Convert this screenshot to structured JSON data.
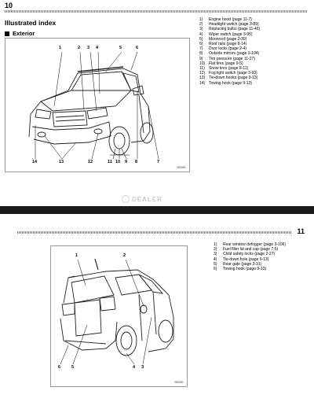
{
  "top_page": {
    "page_number": "10",
    "section_title": "Illustrated index",
    "subsection_title": "Exterior",
    "figure_code": "000051",
    "callouts": [
      "1",
      "2",
      "3",
      "4",
      "5",
      "6",
      "7",
      "8",
      "9",
      "10",
      "11",
      "12",
      "13",
      "14"
    ],
    "legend": [
      {
        "num": "1)",
        "text": "Engine hood (page 11-7)"
      },
      {
        "num": "2)",
        "text": "Headlight switch (page 3-89)"
      },
      {
        "num": "3)",
        "text": "Replacing bulbs (page 11-40)"
      },
      {
        "num": "4)",
        "text": "Wiper switch (page 3-95)"
      },
      {
        "num": "5)",
        "text": "Moonroof (page 2-39)"
      },
      {
        "num": "6)",
        "text": "Roof rails (page 8-14)"
      },
      {
        "num": "7)",
        "text": "Door locks (page 2-4)"
      },
      {
        "num": "8)",
        "text": "Outside mirrors (page 3-104)"
      },
      {
        "num": "9)",
        "text": "Tire pressure (page 11-27)"
      },
      {
        "num": "10)",
        "text": "Flat tires (page 9-5)"
      },
      {
        "num": "11)",
        "text": "Snow tires (page 8-11)"
      },
      {
        "num": "12)",
        "text": "Fog light switch (page 3-93)"
      },
      {
        "num": "13)",
        "text": "Tie-down hooks (page 9-13)"
      },
      {
        "num": "14)",
        "text": "Towing hook (page 9-13)"
      }
    ]
  },
  "watermark": {
    "text": "DEALER"
  },
  "bottom_page": {
    "page_number": "11",
    "figure_code": "000051",
    "callouts": [
      "1",
      "2",
      "3",
      "4",
      "5",
      "6"
    ],
    "legend": [
      {
        "num": "1)",
        "text": "Rear window defogger (page 3-106)"
      },
      {
        "num": "2)",
        "text": "Fuel filler lid and cap (page 7-5)"
      },
      {
        "num": "3)",
        "text": "Child safety locks (page 2-27)"
      },
      {
        "num": "4)",
        "text": "Tie-down hole (page 9-13)"
      },
      {
        "num": "5)",
        "text": "Rear gate (page 2-31)"
      },
      {
        "num": "6)",
        "text": "Towing hook (page 9-13)"
      }
    ]
  }
}
